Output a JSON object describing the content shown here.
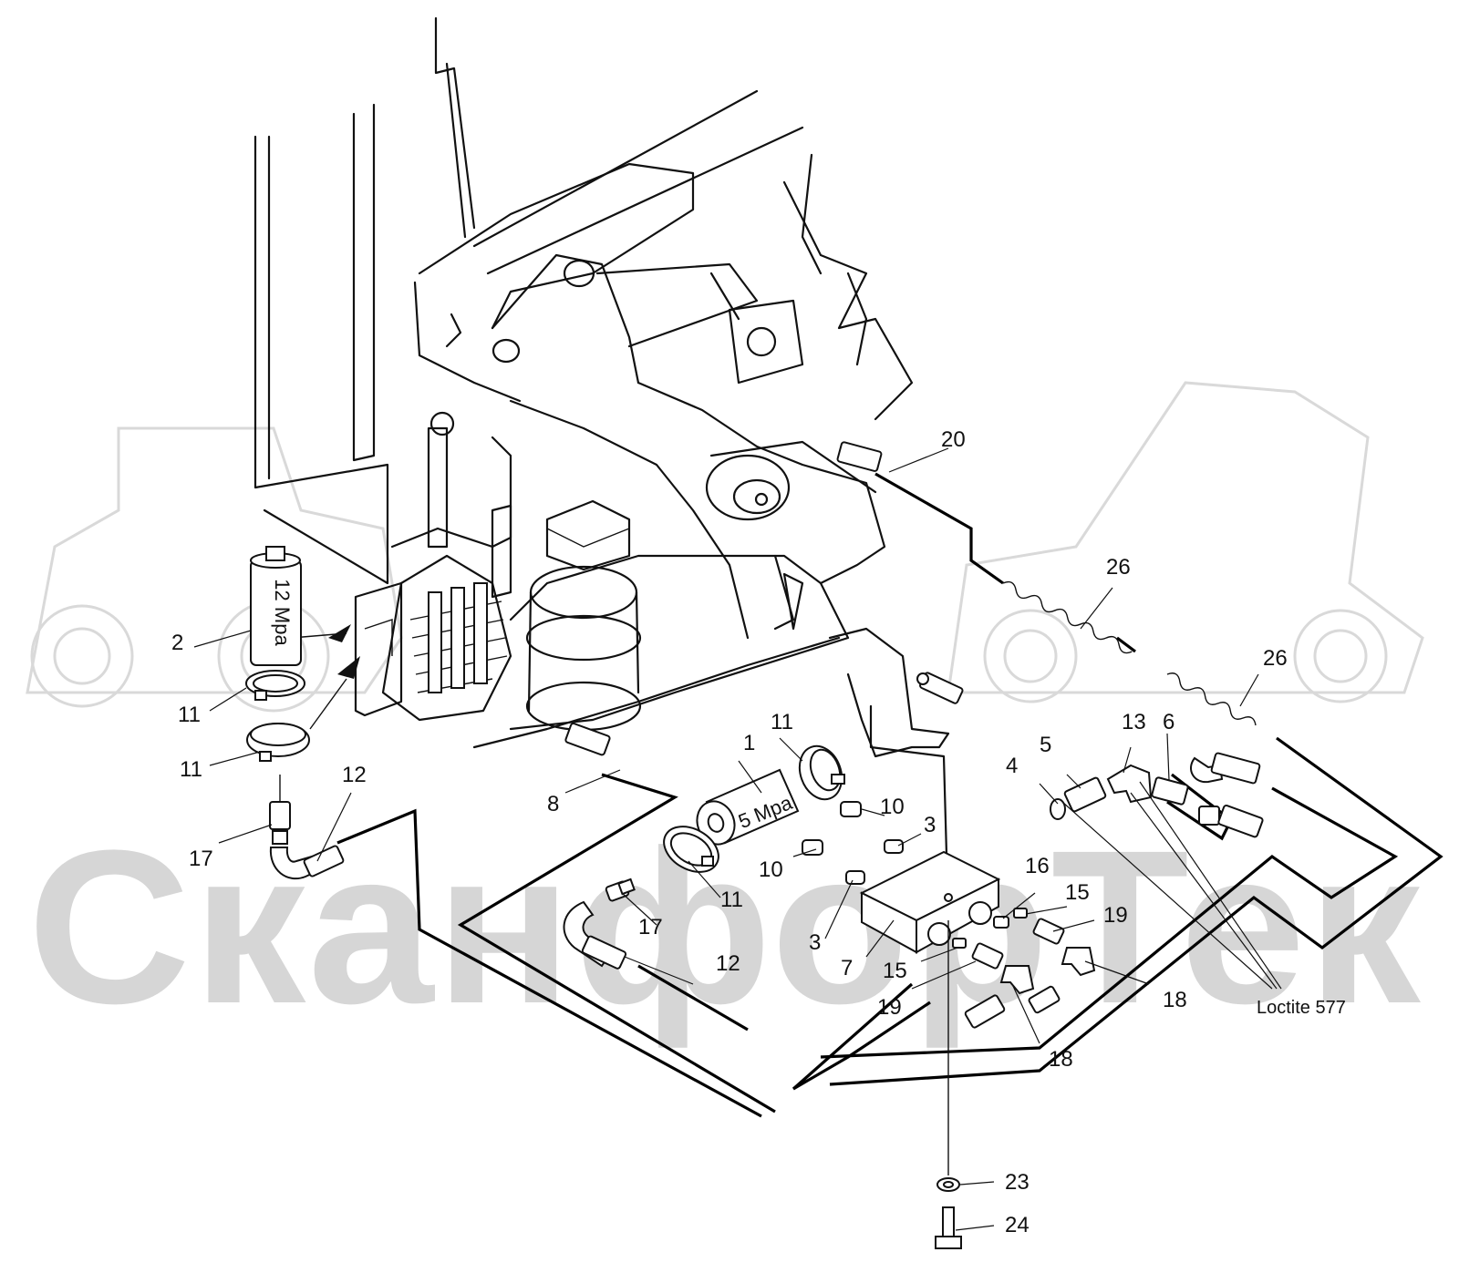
{
  "watermark": {
    "text": "СканфорТек"
  },
  "part_labels": {
    "accumulator_12": "12 Mpa",
    "accumulator_5": "5 Mpa"
  },
  "callouts": {
    "c1": "1",
    "c2": "2",
    "c3a": "3",
    "c3b": "3",
    "c4": "4",
    "c5": "5",
    "c6": "6",
    "c7": "7",
    "c8": "8",
    "c10a": "10",
    "c10b": "10",
    "c11a": "11",
    "c11b": "11",
    "c11c": "11",
    "c11d": "11",
    "c12a": "12",
    "c12b": "12",
    "c13": "13",
    "c15a": "15",
    "c15b": "15",
    "c16": "16",
    "c17a": "17",
    "c17b": "17",
    "c18a": "18",
    "c18b": "18",
    "c19a": "19",
    "c19b": "19",
    "c20": "20",
    "c23": "23",
    "c24": "24",
    "c26a": "26",
    "c26b": "26"
  },
  "notes": {
    "loctite": "Loctite 577"
  }
}
